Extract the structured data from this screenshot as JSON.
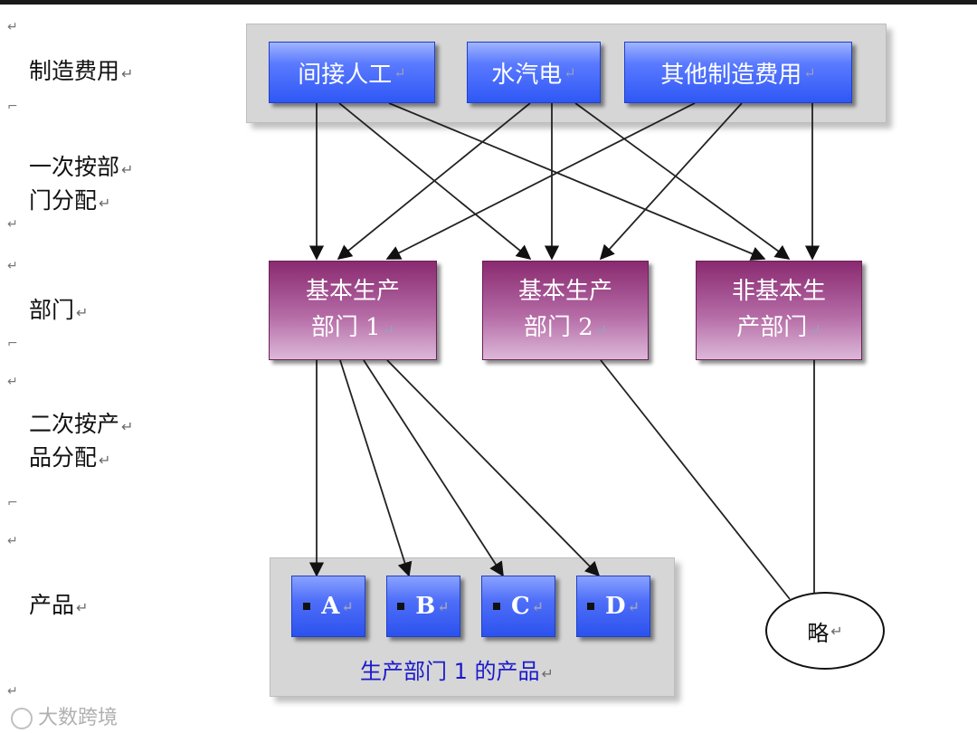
{
  "row_labels": {
    "overhead": "制造费用",
    "first_alloc_line1": "一次按部",
    "first_alloc_line2": "门分配",
    "dept": "部门",
    "second_alloc_line1": "二次按产",
    "second_alloc_line2": "品分配",
    "products": "产品"
  },
  "cost_sources": [
    {
      "label": "间接人工"
    },
    {
      "label": "水汽电"
    },
    {
      "label": "其他制造费用"
    }
  ],
  "departments": [
    {
      "line1": "基本生产",
      "line2": "部门 1"
    },
    {
      "line1": "基本生产",
      "line2": "部门 2"
    },
    {
      "line1": "非基本生",
      "line2": "产部门"
    }
  ],
  "products": [
    {
      "label": "A"
    },
    {
      "label": "B"
    },
    {
      "label": "C"
    },
    {
      "label": "D"
    }
  ],
  "products_caption": "生产部门 1 的产品",
  "omitted_label": "略",
  "return_mark": "↵",
  "watermark_text": "大数跨境",
  "colors": {
    "cost_box": "#2f57f5",
    "dept_box": "#b46aa5",
    "caption": "#1a1acc"
  }
}
